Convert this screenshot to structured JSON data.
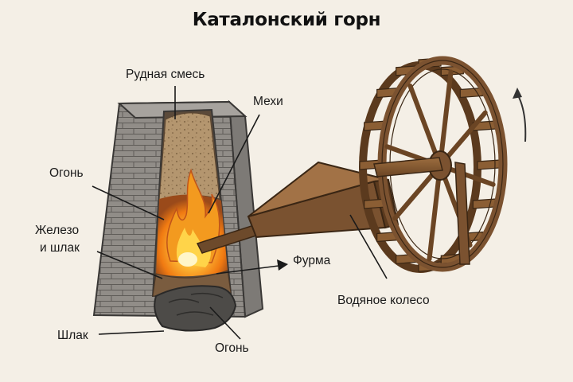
{
  "title": "Каталонский горн",
  "labels": {
    "ore_mix": "Рудная смесь",
    "bellows": "Мехи",
    "fire_upper": "Огонь",
    "iron_slag_line1": "Железо",
    "iron_slag_line2": "и шлак",
    "tuyere": "Фурма",
    "water_wheel": "Водяное колесо",
    "slag": "Шлак",
    "fire_lower": "Огонь"
  },
  "colors": {
    "background": "#f4efe6",
    "stone": "#8f8b86",
    "stone_dark": "#6d6a66",
    "ore": "#b89a76",
    "fire_orange": "#f08a1c",
    "fire_yellow": "#ffd54a",
    "wood": "#8b5e34",
    "wood_dark": "#5b3a1e",
    "slag": "#4a4845"
  }
}
